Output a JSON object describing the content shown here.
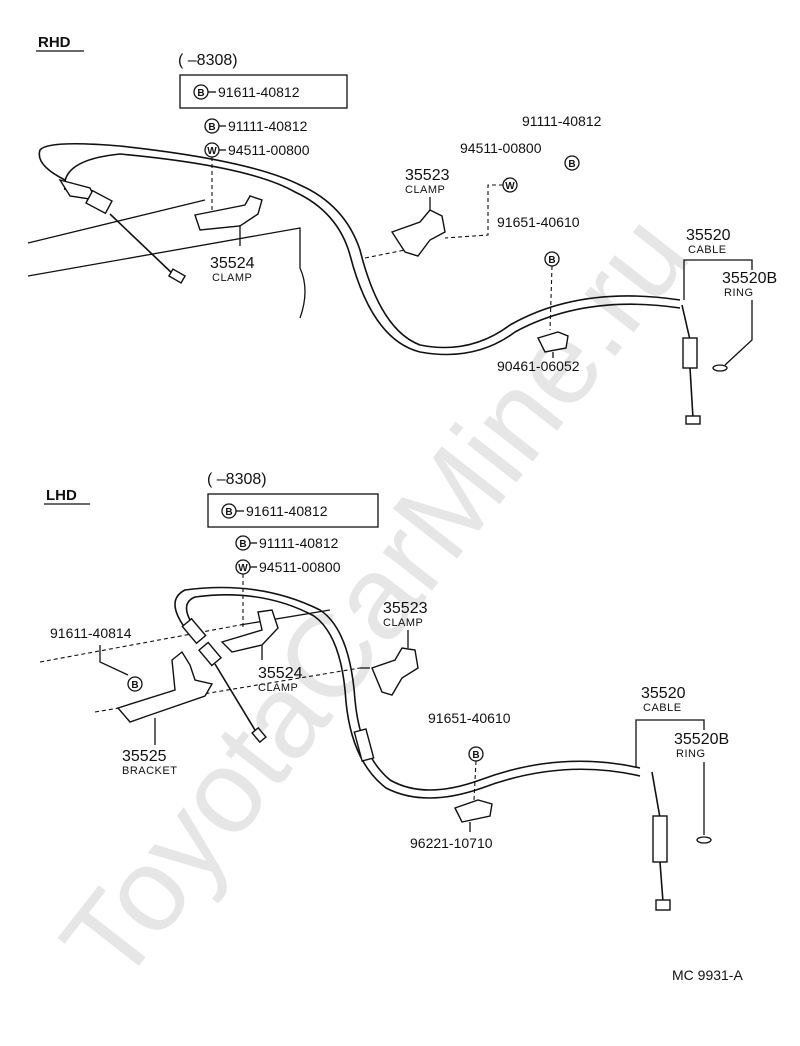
{
  "watermark": "ToyotaCarMine.ru",
  "figure_code": "MC  9931-A",
  "symbols": {
    "bolt": "B",
    "washer": "W"
  },
  "rhd": {
    "title": "RHD",
    "date_range": "(       –8308)",
    "boxed_bolt": "91611-40812",
    "bolt_left": "91111-40812",
    "washer_left": "94511-00800",
    "bolt_right": "91111-40812",
    "washer_right": "94511-00800",
    "clamp_right_no": "35523",
    "clamp_right_label": "CLAMP",
    "clamp_left_no": "35524",
    "clamp_left_label": "CLAMP",
    "bolt_mid": "91651-40610",
    "clip": "90461-06052",
    "cable_no": "35520",
    "cable_label": "CABLE",
    "ring_no": "35520B",
    "ring_label": "RING"
  },
  "lhd": {
    "title": "LHD",
    "date_range": "(       –8308)",
    "boxed_bolt": "91611-40812",
    "bolt_left": "91111-40812",
    "washer_left": "94511-00800",
    "bracket_bolt": "91611-40814",
    "clamp_right_no": "35523",
    "clamp_right_label": "CLAMP",
    "clamp_left_no": "35524",
    "clamp_left_label": "CLAMP",
    "bracket_no": "35525",
    "bracket_label": "BRACKET",
    "bolt_mid": "91651-40610",
    "clip": "96221-10710",
    "cable_no": "35520",
    "cable_label": "CABLE",
    "ring_no": "35520B",
    "ring_label": "RING"
  }
}
